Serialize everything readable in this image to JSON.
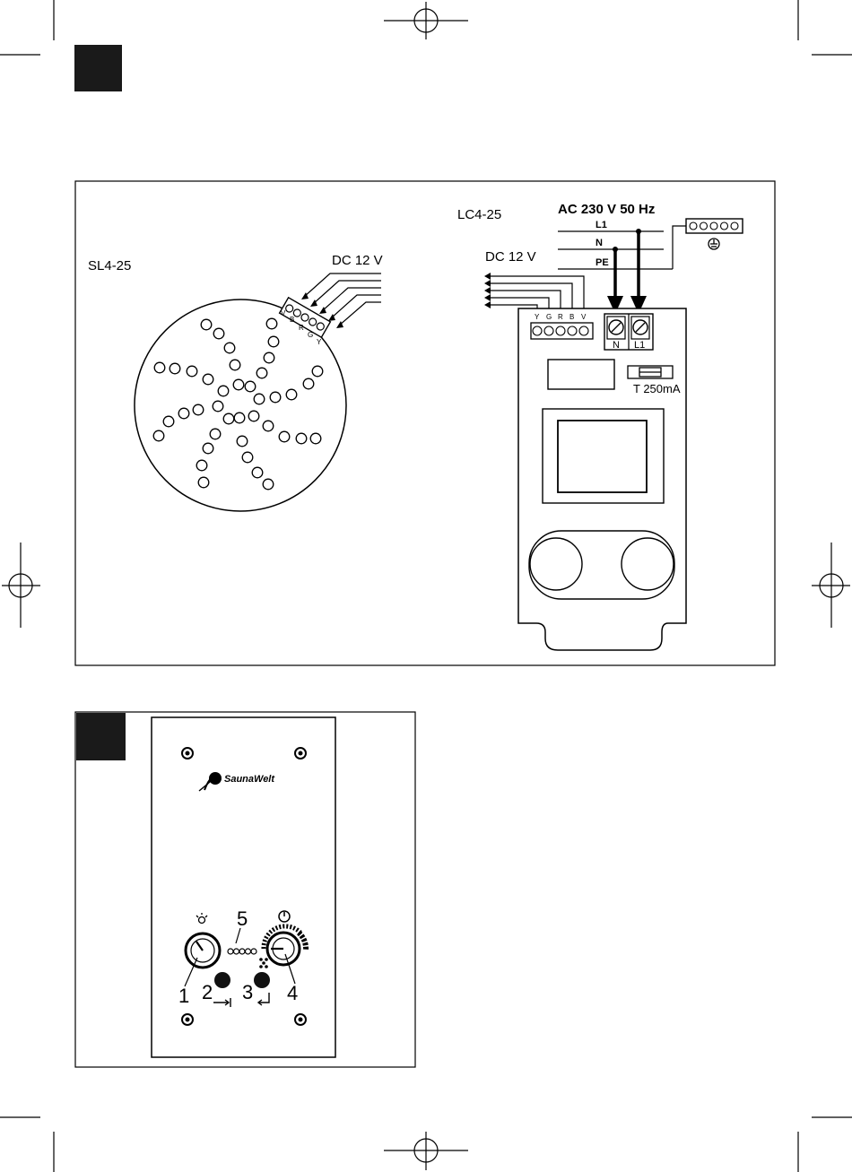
{
  "diagram1": {
    "sl_label": "SL4-25",
    "sl_dc_label": "DC 12 V",
    "sl_terminals": [
      "V",
      "B",
      "R",
      "G",
      "Y"
    ],
    "lc_label": "LC4-25",
    "lc_dc_label": "DC 12 V",
    "ac_label": "AC 230 V 50 Hz",
    "line_labels": [
      "L1",
      "N",
      "PE"
    ],
    "lc_terminals": [
      "Y",
      "G",
      "R",
      "B",
      "V"
    ],
    "mains_terminals": [
      "N",
      "L1"
    ],
    "fuse_label": "T 250mA"
  },
  "diagram2": {
    "brand": "SaunaWelt",
    "callouts": [
      "1",
      "2",
      "3",
      "4",
      "5"
    ]
  }
}
